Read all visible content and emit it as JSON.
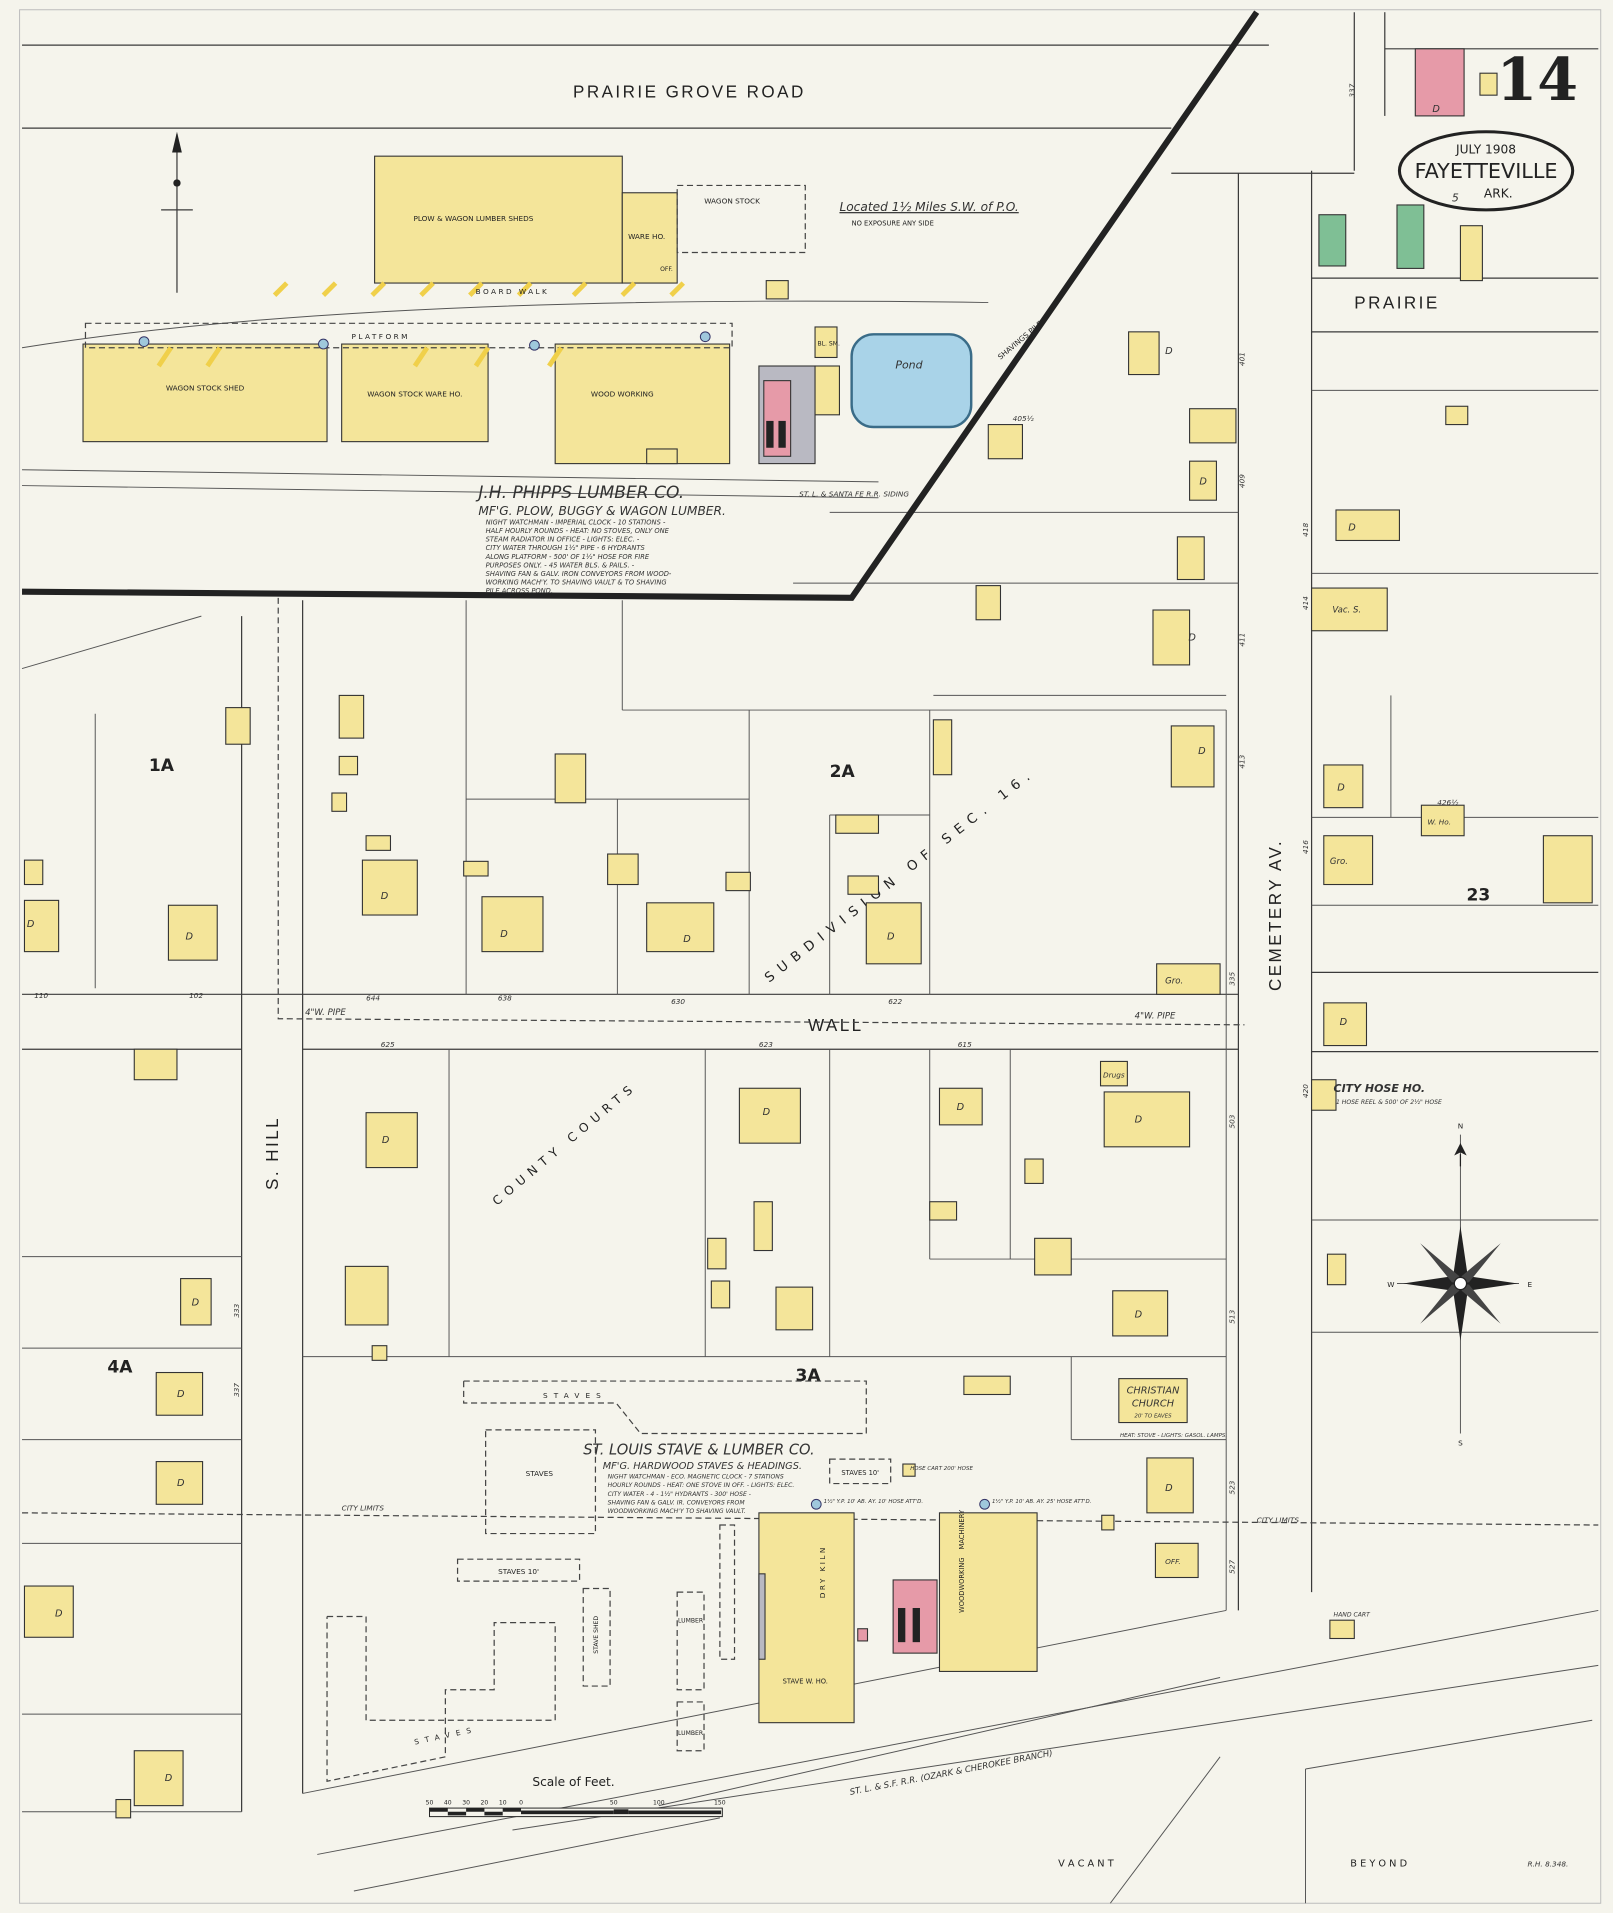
{
  "sheet": {
    "number": "14",
    "date": "JULY 1908",
    "city": "FAYETTEVILLE",
    "state": "ARK.",
    "sheet_ref": "5",
    "maker_mark": "R.H. 8.348."
  },
  "streets": {
    "prairie_grove_road": "PRAIRIE GROVE ROAD",
    "prairie": "PRAIRIE",
    "cemetery_av": "CEMETERY AV.",
    "wall": "WALL",
    "s_hill": "S. HILL",
    "subdivision": "SUBDIVISION OF SEC. 16.",
    "county_courts": "COUNTY COURTS",
    "vacant": "V A C A N T",
    "beyond": "B E Y O N D",
    "city_limits": "CITY LIMITS",
    "railroad_siding": "ST. L. & SANTA FE R.R. SIDING",
    "railroad_main": "ST. L. & S.F. R.R. (OZARK & CHEROKEE BRANCH)",
    "water_pipe": "4\"W. PIPE"
  },
  "blocks": [
    "1A",
    "2A",
    "3A",
    "4A",
    "23"
  ],
  "phipps": {
    "name": "J.H. PHIPPS LUMBER CO.",
    "product": "MF'G. PLOW, BUGGY & WAGON LUMBER.",
    "notes": [
      "NIGHT WATCHMAN - IMPERIAL CLOCK - 10 STATIONS -",
      "HALF HOURLY ROUNDS - HEAT: NO STOVES, ONLY ONE",
      "STEAM RADIATOR IN OFFICE - LIGHTS: ELEC. -",
      "CITY WATER THROUGH 1½\" PIPE - 6 HYDRANTS",
      "ALONG PLATFORM - 500' OF 1½\" HOSE FOR FIRE",
      "PURPOSES ONLY. - 45 WATER BLS. & PAILS. -",
      "SHAVING FAN & GALV. IRON CONVEYORS FROM WOOD-",
      "WORKING MACH'Y. TO SHAVING VAULT & TO SHAVING",
      "PILE ACROSS POND."
    ],
    "location": "Located 1½ Miles S.W. of P.O.",
    "exposure": "NO EXPOSURE ANY SIDE",
    "buildings": {
      "sheds": "PLOW & WAGON LUMBER SHEDS",
      "ware": "WARE HO.",
      "wagon_stock": "WAGON STOCK",
      "board_walk": "BOARD WALK",
      "platform": "PLATFORM",
      "wagon_stock_shed": "WAGON STOCK SHED",
      "wagon_stock_ware": "WAGON STOCK WARE HO.",
      "wood_working": "WOOD WORKING",
      "pond": "Pond",
      "shavings": "SHAVINGS PILE",
      "off": "OFF.",
      "bl_sm": "BL. SM."
    }
  },
  "stlouis": {
    "name": "ST. LOUIS STAVE & LUMBER CO.",
    "product": "MF'G. HARDWOOD STAVES & HEADINGS.",
    "notes": [
      "NIGHT WATCHMAN - ECO. MAGNETIC CLOCK - 7 STATIONS",
      "HOURLY ROUNDS - HEAT: ONE STOVE IN OFF. - LIGHTS: ELEC.",
      "CITY WATER - 4 - 1½\" HYDRANTS - 300' HOSE -",
      "SHAVING FAN & GALV. IR. CONVEYORS FROM",
      "WOODWORKING MACH'Y TO SHAVING VAULT."
    ],
    "hose_cart": "HOSE CART 200' HOSE",
    "hydrant1": "1½\" Y.P. 10' AB. AY. 10' HOSE ATT'D.",
    "hydrant2": "1½\" Y.P. 10' AB. AY. 25' HOSE ATT'D.",
    "buildings": {
      "staves": "STAVES",
      "staves_10": "STAVES 10'",
      "stave_wh": "STAVE W. HO.",
      "dry_kiln": "DRY KILN",
      "machinery": "MACHINERY",
      "woodworking": "WOODWORKING",
      "lumber": "LUMBER",
      "stave_shed": "STAVE SHED"
    }
  },
  "church": {
    "name1": "CHRISTIAN",
    "name2": "CHURCH",
    "eaves": "20' TO EAVES",
    "notes": "HEAT: STOVE - LIGHTS: GASOL. LAMPS."
  },
  "hose_house": {
    "name": "CITY HOSE HO.",
    "notes": "1 HOSE REEL & 500' OF 2½\" HOSE"
  },
  "labels": {
    "dwelling": "D",
    "grocery": "Gro.",
    "drugs": "Drugs",
    "vacant_store": "Vac. S.",
    "w_ho": "W. Ho.",
    "office": "OFF.",
    "hand_cart": "HAND CART"
  },
  "house_numbers": [
    "644",
    "638",
    "630",
    "622",
    "625",
    "623",
    "615",
    "335",
    "337",
    "401",
    "405½",
    "409",
    "411",
    "413",
    "414",
    "416",
    "418",
    "420",
    "426½",
    "503",
    "513",
    "523",
    "527",
    "333",
    "337",
    "110",
    "102"
  ],
  "scale": {
    "title": "Scale of Feet.",
    "ticks": [
      "50",
      "40",
      "30",
      "20",
      "10",
      "0",
      "50",
      "100",
      "150"
    ]
  },
  "compass": {
    "n": "N",
    "s": "S",
    "e": "E",
    "w": "W"
  },
  "colors": {
    "frame_dwelling": "#f4e59a",
    "brick": "#e69aa8",
    "stone": "#7fbf95",
    "water": "#9fc8dc"
  }
}
